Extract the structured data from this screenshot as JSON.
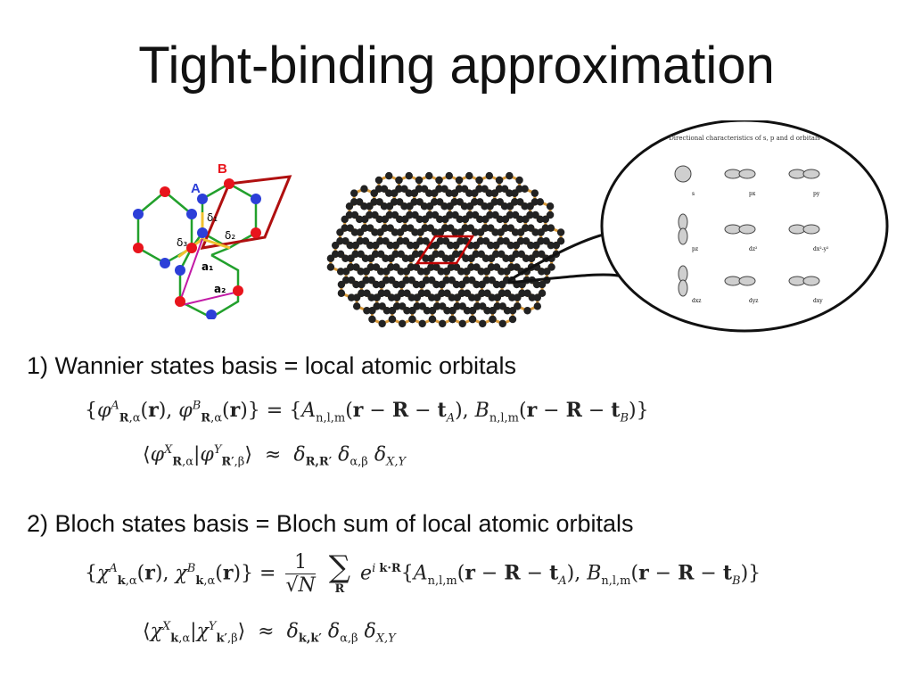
{
  "title": "Tight-binding approximation",
  "figure_left": {
    "label_a": "A",
    "label_b": "B",
    "delta1": "δ₁",
    "delta2": "δ₂",
    "delta3": "δ₃",
    "a1": "a₁",
    "a2": "a₂"
  },
  "orbitals": {
    "caption": "Directional characteristics of s, p and d orbitals",
    "labels": [
      "s",
      "px",
      "py",
      "pz",
      "dz²",
      "dx²-y²",
      "dxz",
      "dyz",
      "dxy"
    ]
  },
  "section1": {
    "heading": "1) Wannier states  basis  =  local atomic orbitals"
  },
  "section2": {
    "heading": "2) Bloch states basis  =  Bloch sum of local atomic orbitals"
  },
  "colors": {
    "red_atom": "#e8141c",
    "blue_atom": "#2c3fd8",
    "bond_green": "#22a02c",
    "cell_red": "#b01010",
    "arrow_yellow": "#f2c230",
    "arrow_magenta": "#c21aa6"
  }
}
